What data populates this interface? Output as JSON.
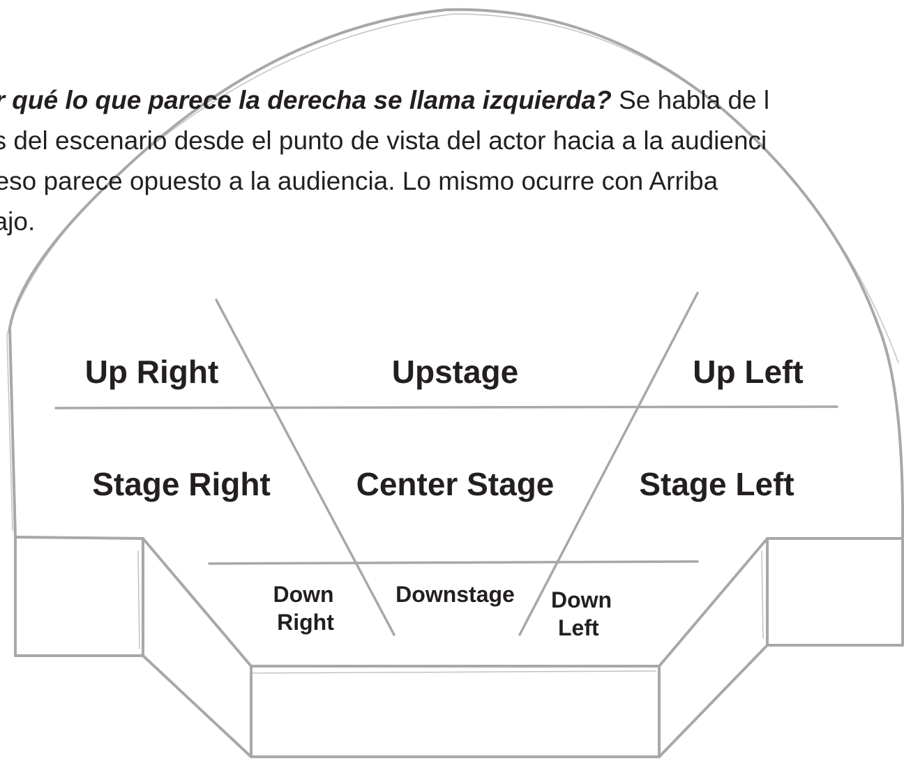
{
  "intro": {
    "question": "or qué lo que parece la derecha se llama izquierda?",
    "line1_rest": " Se habla de l",
    "line2": "os del escenario desde el punto de vista del actor hacia a la audienci",
    "line3": "r eso parece opuesto a la audiencia. Lo mismo ocurre con Arriba",
    "line4": "bajo."
  },
  "areas": {
    "up_right": "Up Right",
    "upstage": "Upstage",
    "up_left": "Up Left",
    "stage_right": "Stage Right",
    "center_stage": "Center Stage",
    "stage_left": "Stage Left",
    "down_right_1": "Down",
    "down_right_2": "Right",
    "downstage": "Downstage",
    "down_left_1": "Down",
    "down_left_2": "Left"
  },
  "colors": {
    "text": "#231f20",
    "sketch_line": "#a8a8a8"
  }
}
